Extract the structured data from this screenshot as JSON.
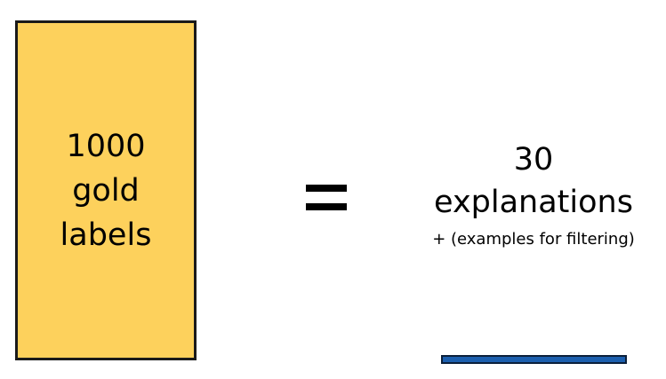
{
  "left_box": {
    "lines": [
      "1000",
      "gold",
      "labels"
    ],
    "fill_color": "#FDD15C",
    "border_color": "#1a1a1a"
  },
  "operator": {
    "symbol": "="
  },
  "right_side": {
    "count": "30",
    "word": "explanations",
    "note": "+ (examples for filtering)"
  },
  "bar": {
    "fill_color": "#1C5FAE",
    "border_color": "#0b1f3a"
  }
}
